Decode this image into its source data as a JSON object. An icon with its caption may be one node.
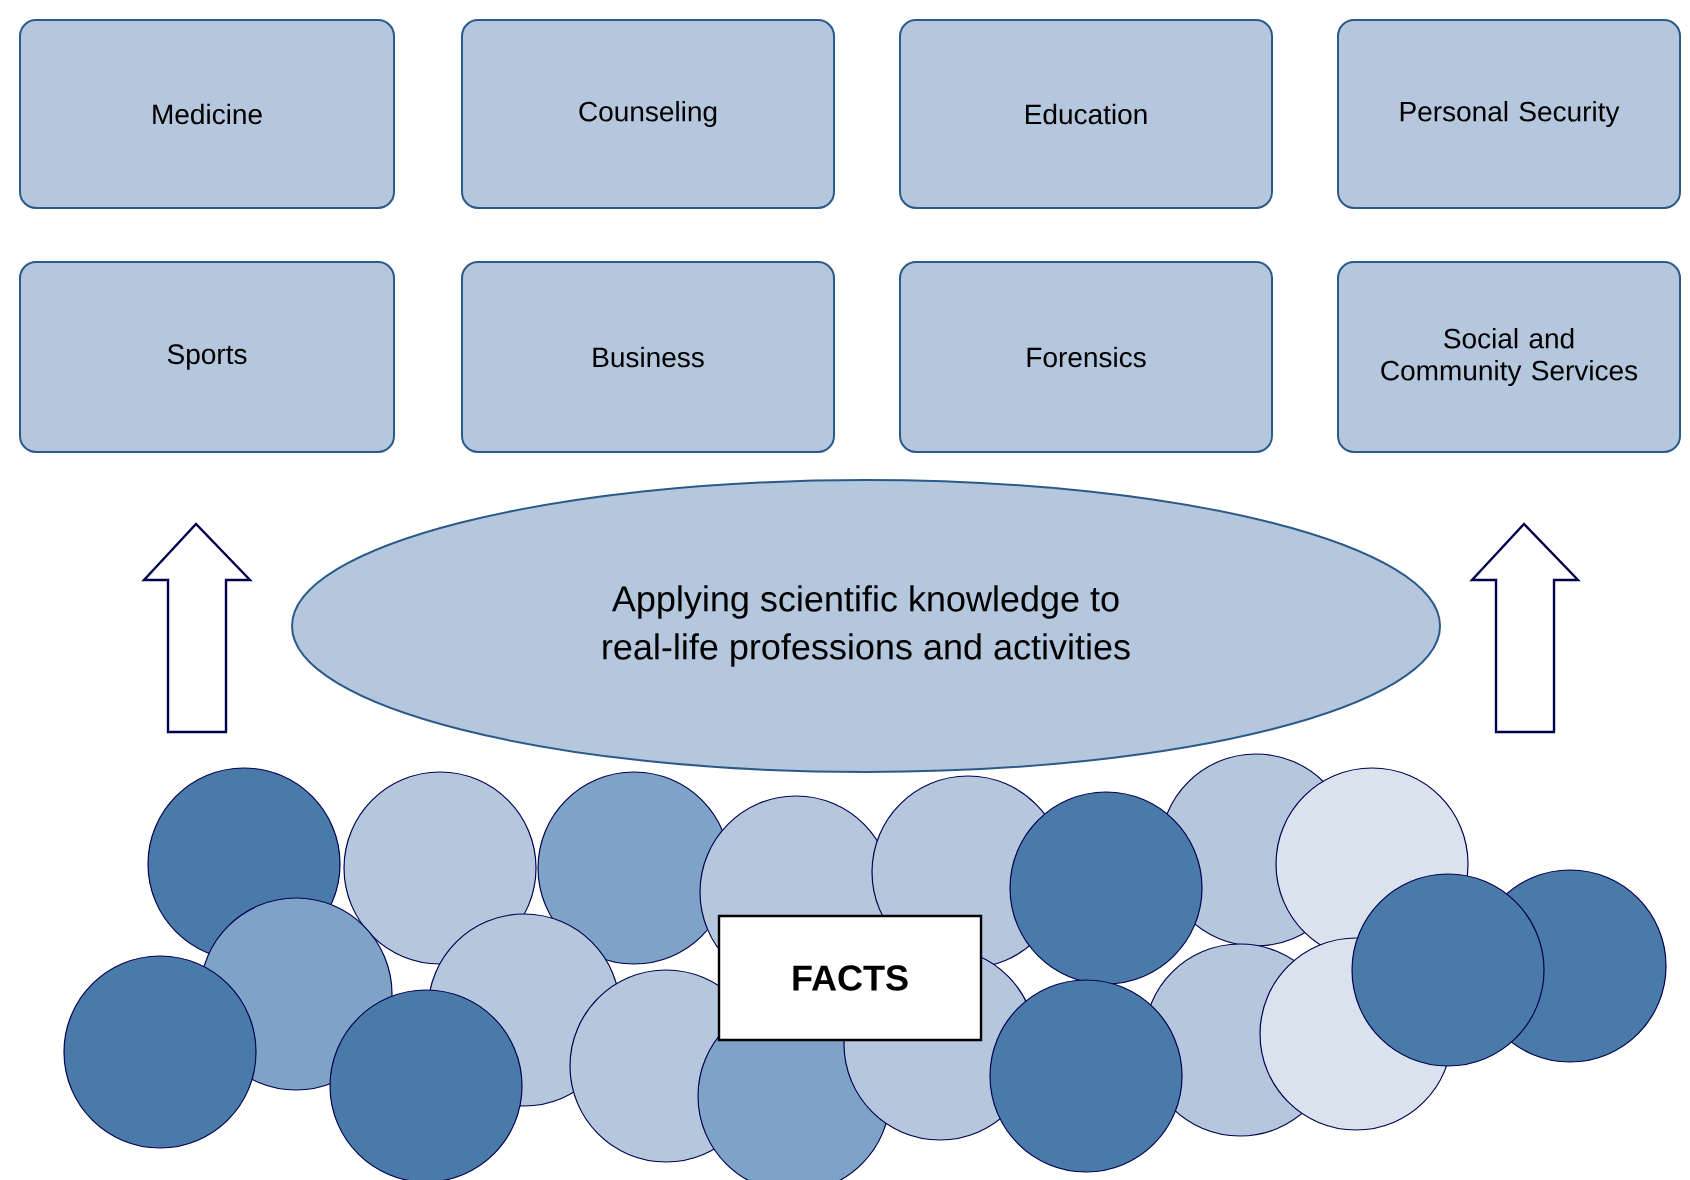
{
  "diagram": {
    "nodes": [
      {
        "text": [
          "Medicine"
        ]
      },
      {
        "text": [
          "Counseling"
        ]
      },
      {
        "text": [
          "Education"
        ]
      },
      {
        "text": [
          "Personal Security"
        ]
      },
      {
        "text": [
          "Sports"
        ]
      },
      {
        "text": [
          "Business"
        ]
      },
      {
        "text": [
          "Forensics"
        ]
      },
      {
        "text": [
          "Social and Community Services"
        ]
      },
      {
        "text": [
          "Applying scientific knowledge to real-life professions and activities"
        ]
      },
      {
        "text": [
          "FACTS"
        ]
      }
    ]
  }
}
